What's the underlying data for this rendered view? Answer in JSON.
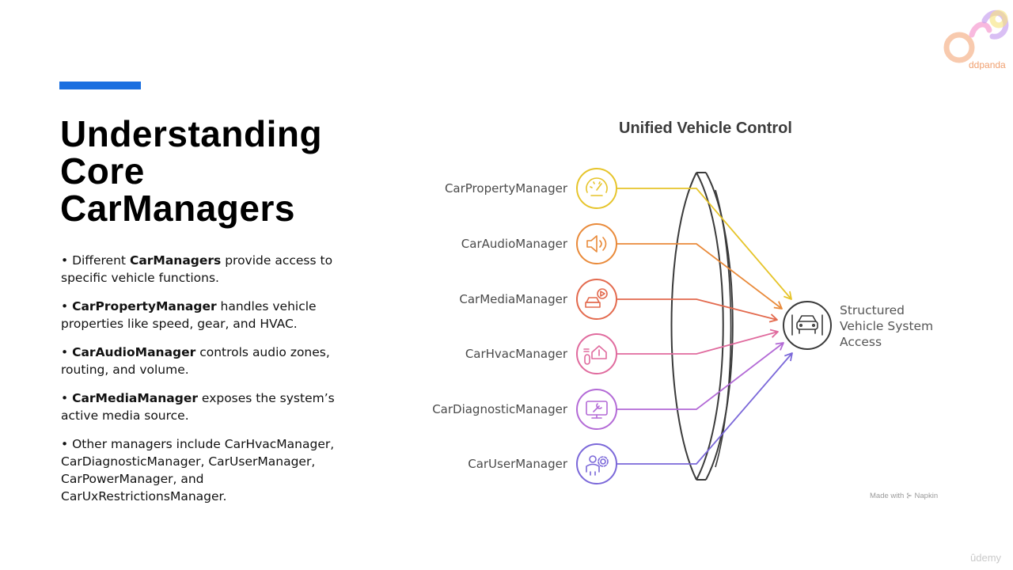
{
  "slide": {
    "title_lines": [
      "Understanding",
      "Core",
      "CarManagers"
    ],
    "bullets": [
      {
        "bold_lead": "",
        "parts": [
          {
            "text": "• Different ",
            "bold": false
          },
          {
            "text": "CarManagers",
            "bold": true
          },
          {
            "text": " provide access to specific vehicle functions.",
            "bold": false
          }
        ]
      },
      {
        "parts": [
          {
            "text": "• ",
            "bold": false
          },
          {
            "text": "CarPropertyManager",
            "bold": true
          },
          {
            "text": " handles vehicle properties like speed, gear, and HVAC.",
            "bold": false
          }
        ]
      },
      {
        "parts": [
          {
            "text": "• ",
            "bold": false
          },
          {
            "text": "CarAudioManager",
            "bold": true
          },
          {
            "text": " controls audio zones, routing, and volume.",
            "bold": false
          }
        ]
      },
      {
        "parts": [
          {
            "text": "• ",
            "bold": false
          },
          {
            "text": "CarMediaManager",
            "bold": true
          },
          {
            "text": " exposes the system’s active media source.",
            "bold": false
          }
        ]
      },
      {
        "parts": [
          {
            "text": "• Other managers include CarHvacManager, CarDiagnosticManager, CarUserManager, CarPowerManager, and CarUxRestrictionsManager.",
            "bold": false
          }
        ]
      }
    ]
  },
  "diagram": {
    "title": "Unified Vehicle Control",
    "managers": [
      {
        "label": "CarPropertyManager",
        "icon": "speedometer-icon",
        "color": "#e6c42a"
      },
      {
        "label": "CarAudioManager",
        "icon": "speaker-icon",
        "color": "#e98a3a"
      },
      {
        "label": "CarMediaManager",
        "icon": "car-media-icon",
        "color": "#e36a4e"
      },
      {
        "label": "CarHvacManager",
        "icon": "home-thermostat-icon",
        "color": "#e06b9e"
      },
      {
        "label": "CarDiagnosticManager",
        "icon": "diagnostic-monitor-icon",
        "color": "#b36ad6"
      },
      {
        "label": "CarUserManager",
        "icon": "user-settings-icon",
        "color": "#7b68d9"
      }
    ],
    "outcome_lines": [
      "Structured",
      "Vehicle System",
      "Access"
    ],
    "outcome_icon": "car-front-icon",
    "credit": "Made with ⊱ Napkin"
  },
  "branding": {
    "logo_text": "ddpanda",
    "udemy": "ûdemy",
    "accent_color": "#1a6fe0"
  }
}
